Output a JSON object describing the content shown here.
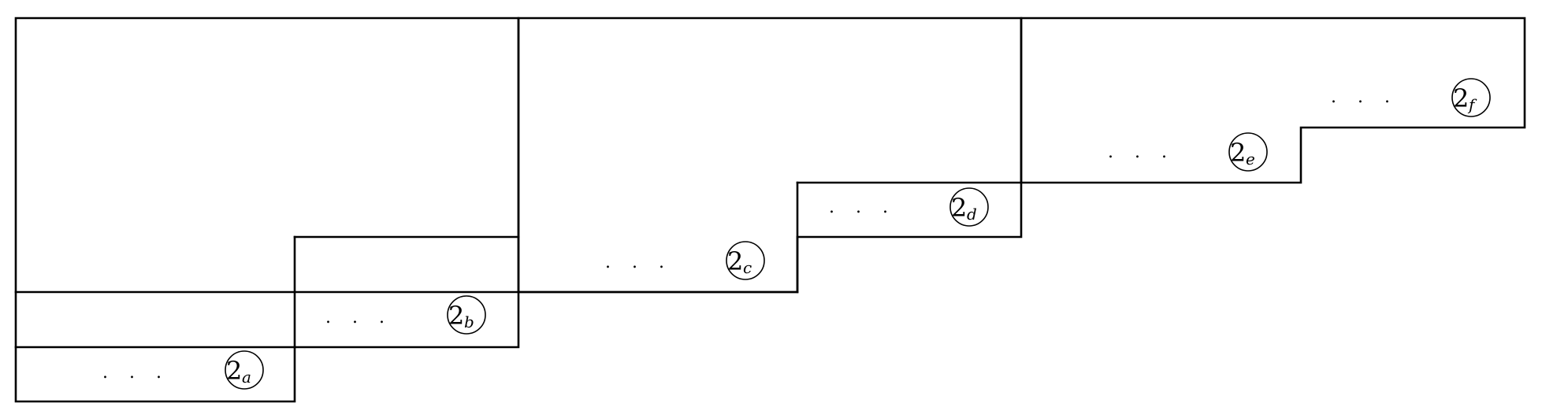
{
  "diagram": {
    "ellipsis": ". . .",
    "marker_number": "2",
    "labels": [
      {
        "id": "a",
        "subscript": "a"
      },
      {
        "id": "b",
        "subscript": "b"
      },
      {
        "id": "c",
        "subscript": "c"
      },
      {
        "id": "d",
        "subscript": "d"
      },
      {
        "id": "e",
        "subscript": "e"
      },
      {
        "id": "f",
        "subscript": "f"
      }
    ]
  },
  "colors": {
    "stroke": "#000000",
    "background": "#ffffff"
  }
}
